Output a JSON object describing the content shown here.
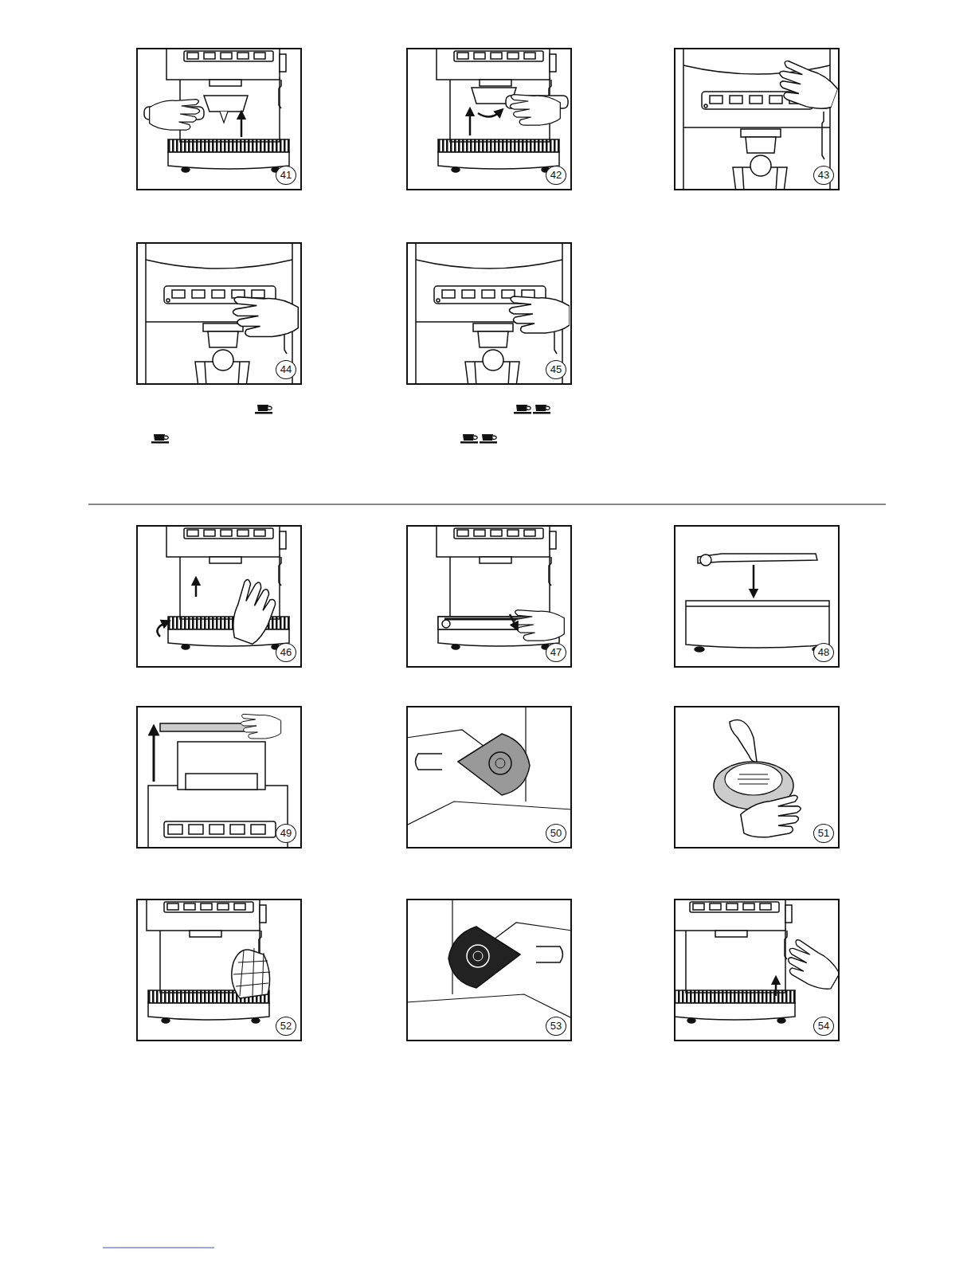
{
  "diagram": {
    "nodes": [
      {
        "text": [
          "41"
        ]
      },
      {
        "text": [
          "42"
        ]
      },
      {
        "text": [
          "43"
        ]
      },
      {
        "text": [
          "44"
        ]
      },
      {
        "text": [
          "45"
        ]
      },
      {
        "text": [
          "46"
        ]
      },
      {
        "text": [
          "47"
        ]
      },
      {
        "text": [
          "48"
        ]
      },
      {
        "text": [
          "49"
        ]
      },
      {
        "text": [
          "50"
        ]
      },
      {
        "text": [
          "51"
        ]
      },
      {
        "text": [
          "52"
        ]
      },
      {
        "text": [
          "53"
        ]
      },
      {
        "text": [
          "54"
        ]
      }
    ]
  }
}
